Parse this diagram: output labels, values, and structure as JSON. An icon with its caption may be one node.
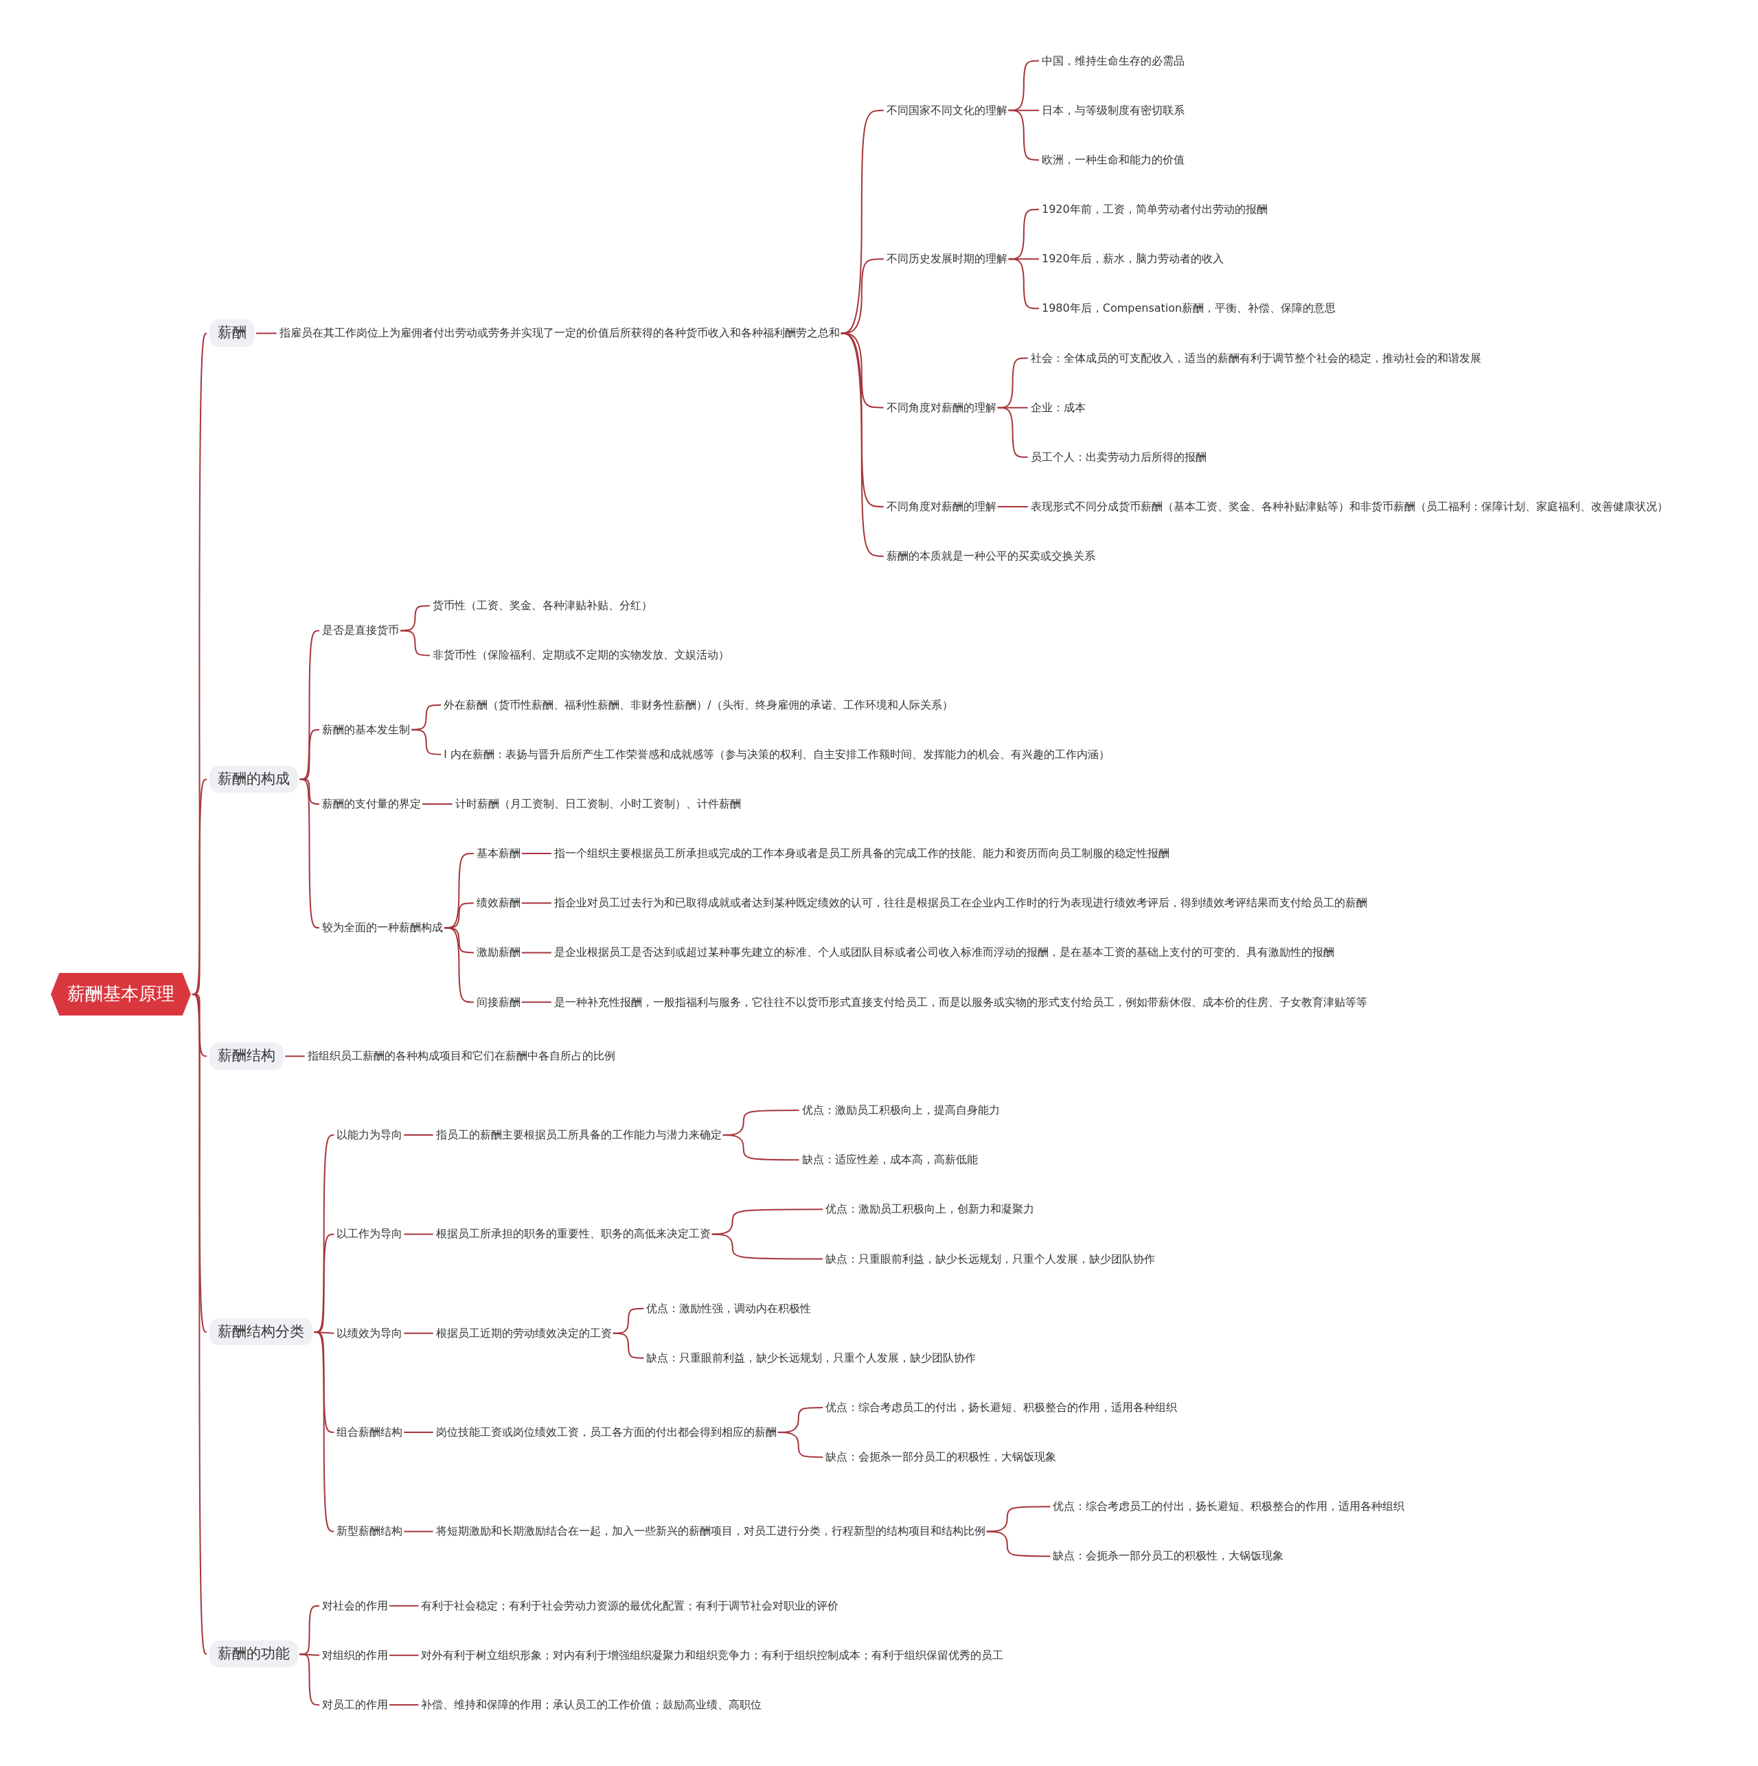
{
  "diagram": {
    "nodes": [
      {
        "text": [
          "薪酬基本原理"
        ]
      },
      {
        "text": [
          "薪酬"
        ]
      },
      {
        "text": [
          "指雇员在其工作岗位上为雇佣者付出劳动或劳务并实现了一定的价值后所获得的各种货币收入和各种福利酬劳之总和"
        ]
      },
      {
        "text": [
          "不同国家不同文化的理解"
        ]
      },
      {
        "text": [
          "中国，维持生命生存的必需品"
        ]
      },
      {
        "text": [
          "日本，与等级制度有密切联系"
        ]
      },
      {
        "text": [
          "欧洲，一种生命和能力的价值"
        ]
      },
      {
        "text": [
          "不同历史发展时期的理解"
        ]
      },
      {
        "text": [
          "1920年前，工资，简单劳动者付出劳动的报酬"
        ]
      },
      {
        "text": [
          "1920年后，薪水，脑力劳动者的收入"
        ]
      },
      {
        "text": [
          "1980年后，Compensation薪酬，平衡、补偿、保障的意思"
        ]
      },
      {
        "text": [
          "不同角度对薪酬的理解"
        ]
      },
      {
        "text": [
          "社会：全体成员的可支配收入，适当的薪酬有利于调节整个社会的稳定，推动社会的和谐发展"
        ]
      },
      {
        "text": [
          "企业：成本"
        ]
      },
      {
        "text": [
          "员工个人：出卖劳动力后所得的报酬"
        ]
      },
      {
        "text": [
          "不同角度对薪酬的理解"
        ]
      },
      {
        "text": [
          "表现形式不同分成货币薪酬（基本工资、奖金、各种补贴津贴等）和非货币薪酬（员工福利：保障计划、家庭福利、改善健康状况）"
        ]
      },
      {
        "text": [
          "薪酬的本质就是一种公平的买卖或交换关系"
        ]
      },
      {
        "text": [
          "薪酬的构成"
        ]
      },
      {
        "text": [
          "是否是直接货币"
        ]
      },
      {
        "text": [
          "货币性（工资、奖金、各种津贴补贴、分红）"
        ]
      },
      {
        "text": [
          "非货币性（保险福利、定期或不定期的实物发放、文娱活动）"
        ]
      },
      {
        "text": [
          "薪酬的基本发生制"
        ]
      },
      {
        "text": [
          "外在薪酬（货币性薪酬、福利性薪酬、非财务性薪酬）/（头衔、终身雇佣的承诺、工作环境和人际关系）"
        ]
      },
      {
        "text": [
          "l 内在薪酬：表扬与晋升后所产生工作荣誉感和成就感等（参与决策的权利、自主安排工作额时间、发挥能力的机会、有兴趣的工作内涵）"
        ]
      },
      {
        "text": [
          "薪酬的支付量的界定"
        ]
      },
      {
        "text": [
          "计时薪酬（月工资制、日工资制、小时工资制）、计件薪酬"
        ]
      },
      {
        "text": [
          "较为全面的一种薪酬构成"
        ]
      },
      {
        "text": [
          "基本薪酬"
        ]
      },
      {
        "text": [
          "指一个组织主要根据员工所承担或完成的工作本身或者是员工所具备的完成工作的技能、能力和资历而向员工制服的稳定性报酬"
        ]
      },
      {
        "text": [
          "绩效薪酬"
        ]
      },
      {
        "text": [
          "指企业对员工过去行为和已取得成就或者达到某种既定绩效的认可，往往是根据员工在企业内工作时的行为表现进行绩效考评后，得到绩效考评结果而支付给员工的薪酬"
        ]
      },
      {
        "text": [
          "激励薪酬"
        ]
      },
      {
        "text": [
          "是企业根据员工是否达到或超过某种事先建立的标准、个人或团队目标或者公司收入标准而浮动的报酬，是在基本工资的基础上支付的可变的、具有激励性的报酬"
        ]
      },
      {
        "text": [
          "间接薪酬"
        ]
      },
      {
        "text": [
          "是一种补充性报酬，一般指福利与服务，它往往不以货币形式直接支付给员工，而是以服务或实物的形式支付给员工，例如带薪休假、成本价的住房、子女教育津贴等等"
        ]
      },
      {
        "text": [
          "薪酬结构"
        ]
      },
      {
        "text": [
          "指组织员工薪酬的各种构成项目和它们在薪酬中各自所占的比例"
        ]
      },
      {
        "text": [
          "薪酬结构分类"
        ]
      },
      {
        "text": [
          "以能力为导向"
        ]
      },
      {
        "text": [
          "指员工的薪酬主要根据员工所具备的工作能力与潜力来确定"
        ]
      },
      {
        "text": [
          "优点：激励员工积极向上，提高自身能力"
        ]
      },
      {
        "text": [
          "缺点：适应性差，成本高，高薪低能"
        ]
      },
      {
        "text": [
          "以工作为导向"
        ]
      },
      {
        "text": [
          "根据员工所承担的职务的重要性、职务的高低来决定工资"
        ]
      },
      {
        "text": [
          "优点：激励员工积极向上，创新力和凝聚力"
        ]
      },
      {
        "text": [
          "缺点：只重眼前利益，缺少长远规划，只重个人发展，缺少团队协作"
        ]
      },
      {
        "text": [
          "以绩效为导向"
        ]
      },
      {
        "text": [
          "根据员工近期的劳动绩效决定的工资"
        ]
      },
      {
        "text": [
          "优点：激励性强，调动内在积极性"
        ]
      },
      {
        "text": [
          "缺点：只重眼前利益，缺少长远规划，只重个人发展，缺少团队协作"
        ]
      },
      {
        "text": [
          "组合薪酬结构"
        ]
      },
      {
        "text": [
          "岗位技能工资或岗位绩效工资，员工各方面的付出都会得到相应的薪酬"
        ]
      },
      {
        "text": [
          "优点：综合考虑员工的付出，扬长避短、积极整合的作用，适用各种组织"
        ]
      },
      {
        "text": [
          "缺点：会扼杀一部分员工的积极性，大锅饭现象"
        ]
      },
      {
        "text": [
          "新型薪酬结构"
        ]
      },
      {
        "text": [
          "将短期激励和长期激励结合在一起，加入一些新兴的薪酬项目，对员工进行分类，行程新型的结构项目和结构比例"
        ]
      },
      {
        "text": [
          "优点：综合考虑员工的付出，扬长避短、积极整合的作用，适用各种组织"
        ]
      },
      {
        "text": [
          "缺点：会扼杀一部分员工的积极性，大锅饭现象"
        ]
      },
      {
        "text": [
          "薪酬的功能"
        ]
      },
      {
        "text": [
          "对社会的作用"
        ]
      },
      {
        "text": [
          "有利于社会稳定；有利于社会劳动力资源的最优化配置；有利于调节社会对职业的评价"
        ]
      },
      {
        "text": [
          "对组织的作用"
        ]
      },
      {
        "text": [
          "对外有利于树立组织形象；对内有利于增强组织凝聚力和组织竞争力；有利于组织控制成本；有利于组织保留优秀的员工"
        ]
      },
      {
        "text": [
          "对员工的作用"
        ]
      },
      {
        "text": [
          "补偿、维持和保障的作用；承认员工的工作价值；鼓励高业绩、高职位"
        ]
      }
    ],
    "edges": [
      {
        "from": 0,
        "to": 1,
        "arrow": "none"
      },
      {
        "from": 1,
        "to": 2,
        "arrow": "none"
      },
      {
        "from": 2,
        "to": 3,
        "arrow": "none"
      },
      {
        "from": 3,
        "to": 4,
        "arrow": "none"
      },
      {
        "from": 3,
        "to": 5,
        "arrow": "none"
      },
      {
        "from": 3,
        "to": 6,
        "arrow": "none"
      },
      {
        "from": 2,
        "to": 7,
        "arrow": "none"
      },
      {
        "from": 7,
        "to": 8,
        "arrow": "none"
      },
      {
        "from": 7,
        "to": 9,
        "arrow": "none"
      },
      {
        "from": 7,
        "to": 10,
        "arrow": "none"
      },
      {
        "from": 2,
        "to": 11,
        "arrow": "none"
      },
      {
        "from": 11,
        "to": 12,
        "arrow": "none"
      },
      {
        "from": 11,
        "to": 13,
        "arrow": "none"
      },
      {
        "from": 11,
        "to": 14,
        "arrow": "none"
      },
      {
        "from": 2,
        "to": 15,
        "arrow": "none"
      },
      {
        "from": 15,
        "to": 16,
        "arrow": "none"
      },
      {
        "from": 2,
        "to": 17,
        "arrow": "none"
      },
      {
        "from": 0,
        "to": 18,
        "arrow": "none"
      },
      {
        "from": 18,
        "to": 19,
        "arrow": "none"
      },
      {
        "from": 19,
        "to": 20,
        "arrow": "none"
      },
      {
        "from": 19,
        "to": 21,
        "arrow": "none"
      },
      {
        "from": 18,
        "to": 22,
        "arrow": "none"
      },
      {
        "from": 22,
        "to": 23,
        "arrow": "none"
      },
      {
        "from": 22,
        "to": 24,
        "arrow": "none"
      },
      {
        "from": 18,
        "to": 25,
        "arrow": "none"
      },
      {
        "from": 25,
        "to": 26,
        "arrow": "none"
      },
      {
        "from": 18,
        "to": 27,
        "arrow": "none"
      },
      {
        "from": 27,
        "to": 28,
        "arrow": "none"
      },
      {
        "from": 28,
        "to": 29,
        "arrow": "none"
      },
      {
        "from": 27,
        "to": 30,
        "arrow": "none"
      },
      {
        "from": 30,
        "to": 31,
        "arrow": "none"
      },
      {
        "from": 27,
        "to": 32,
        "arrow": "none"
      },
      {
        "from": 32,
        "to": 33,
        "arrow": "none"
      },
      {
        "from": 27,
        "to": 34,
        "arrow": "none"
      },
      {
        "from": 34,
        "to": 35,
        "arrow": "none"
      },
      {
        "from": 0,
        "to": 36,
        "arrow": "none"
      },
      {
        "from": 36,
        "to": 37,
        "arrow": "none"
      },
      {
        "from": 0,
        "to": 38,
        "arrow": "none"
      },
      {
        "from": 38,
        "to": 39,
        "arrow": "none"
      },
      {
        "from": 39,
        "to": 40,
        "arrow": "none"
      },
      {
        "from": 40,
        "to": 41,
        "arrow": "none"
      },
      {
        "from": 40,
        "to": 42,
        "arrow": "none"
      },
      {
        "from": 38,
        "to": 43,
        "arrow": "none"
      },
      {
        "from": 43,
        "to": 44,
        "arrow": "none"
      },
      {
        "from": 44,
        "to": 45,
        "arrow": "none"
      },
      {
        "from": 44,
        "to": 46,
        "arrow": "none"
      },
      {
        "from": 38,
        "to": 47,
        "arrow": "none"
      },
      {
        "from": 47,
        "to": 48,
        "arrow": "none"
      },
      {
        "from": 48,
        "to": 49,
        "arrow": "none"
      },
      {
        "from": 48,
        "to": 50,
        "arrow": "none"
      },
      {
        "from": 38,
        "to": 51,
        "arrow": "none"
      },
      {
        "from": 51,
        "to": 52,
        "arrow": "none"
      },
      {
        "from": 52,
        "to": 53,
        "arrow": "none"
      },
      {
        "from": 52,
        "to": 54,
        "arrow": "none"
      },
      {
        "from": 38,
        "to": 55,
        "arrow": "none"
      },
      {
        "from": 55,
        "to": 56,
        "arrow": "none"
      },
      {
        "from": 56,
        "to": 57,
        "arrow": "none"
      },
      {
        "from": 56,
        "to": 58,
        "arrow": "none"
      },
      {
        "from": 0,
        "to": 59,
        "arrow": "none"
      },
      {
        "from": 59,
        "to": 60,
        "arrow": "none"
      },
      {
        "from": 60,
        "to": 61,
        "arrow": "none"
      },
      {
        "from": 59,
        "to": 62,
        "arrow": "none"
      },
      {
        "from": 62,
        "to": 63,
        "arrow": "none"
      },
      {
        "from": 59,
        "to": 64,
        "arrow": "none"
      },
      {
        "from": 64,
        "to": 65,
        "arrow": "none"
      }
    ]
  }
}
